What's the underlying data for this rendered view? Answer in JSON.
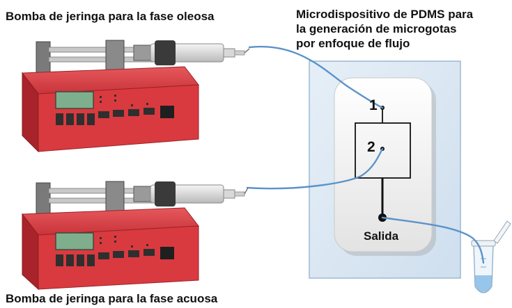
{
  "labels": {
    "oil_pump": "Bomba de jeringa para la fase oleosa",
    "aqueous_pump": "Bomba de jeringa para la fase acuosa",
    "device_lines": [
      "Microdispositivo de PDMS para",
      "la generación de microgotas",
      "por enfoque de flujo"
    ],
    "port_1": "1",
    "port_2": "2",
    "outlet": "Salida"
  },
  "colors": {
    "pump_body": "#d93a3f",
    "pump_dark": "#a8232a",
    "screen": "#7fae8c",
    "tubing": "#5b93c9",
    "glass_slide": "#dce9f4",
    "chip": "#f2f2f2"
  }
}
